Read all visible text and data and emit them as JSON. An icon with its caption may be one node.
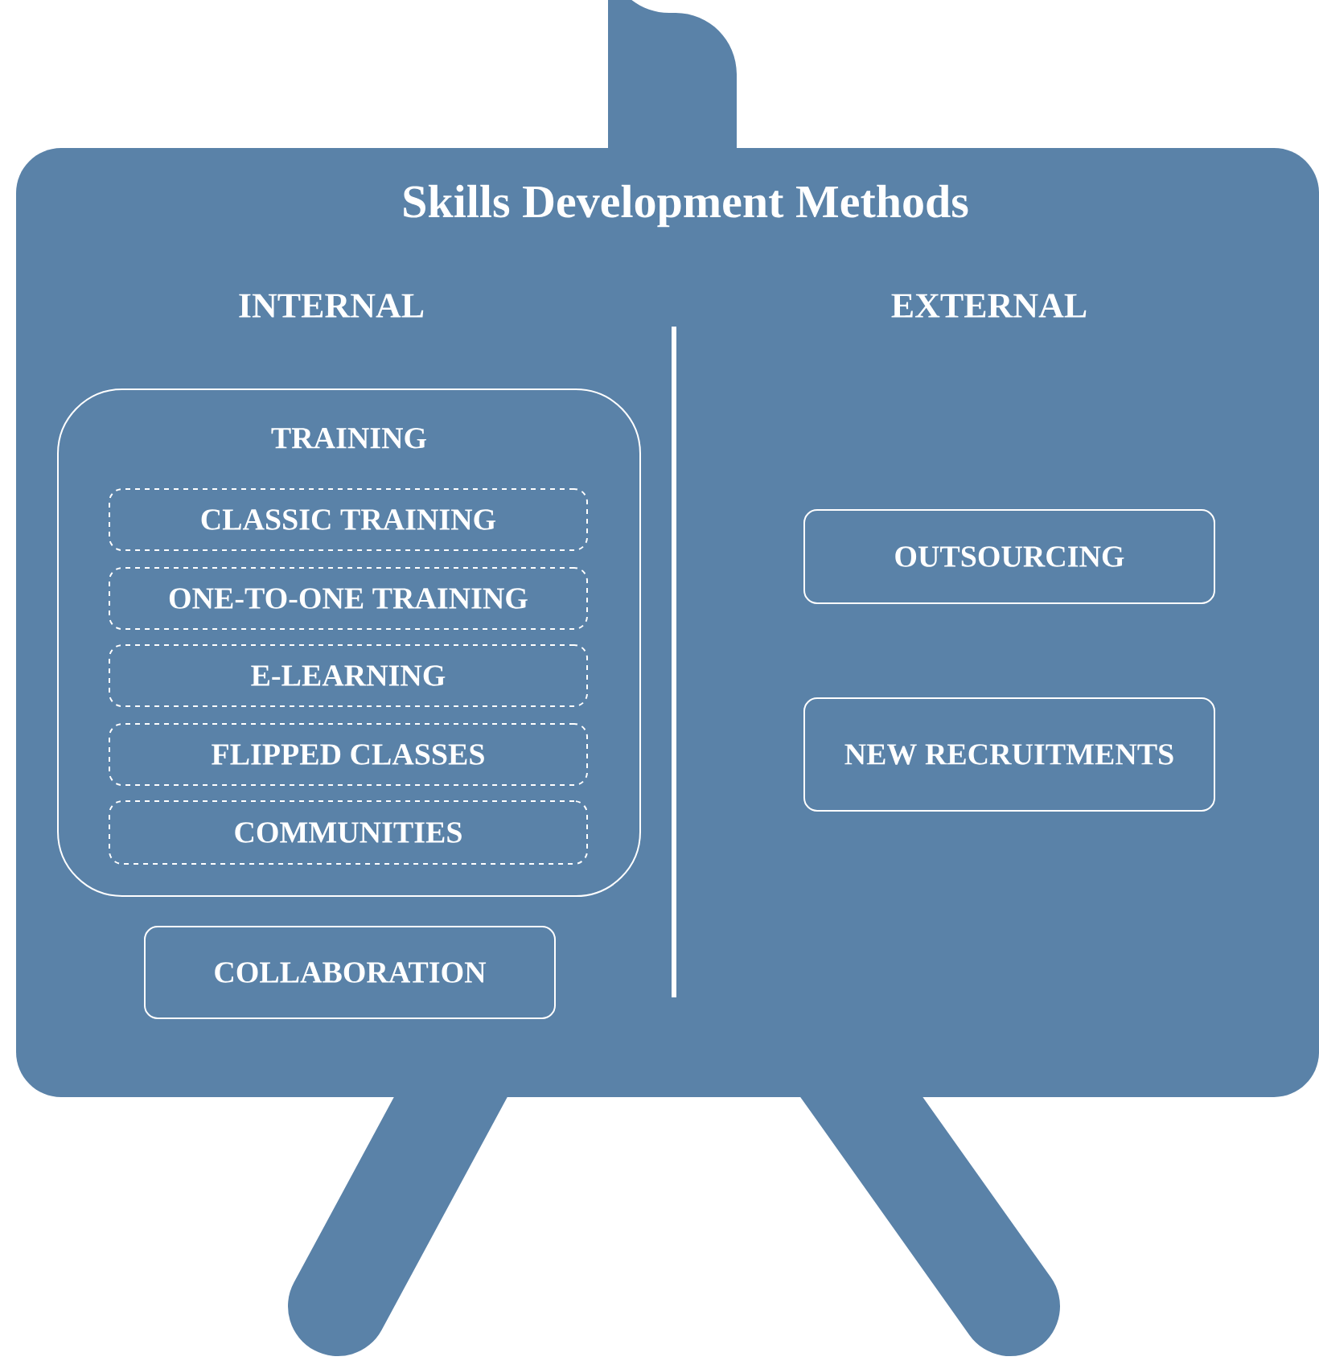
{
  "diagram": {
    "title": "Skills Development Methods",
    "nodes": [
      {
        "text": [
          "TRAINING"
        ]
      },
      {
        "text": [
          "CLASSIC TRAINING"
        ],
        "in": 0
      },
      {
        "text": [
          "ONE-TO-ONE TRAINING"
        ],
        "in": 0
      },
      {
        "text": [
          "E-LEARNING"
        ],
        "in": 0
      },
      {
        "text": [
          "FLIPPED CLASSES"
        ],
        "in": 0
      },
      {
        "text": [
          "COMMUNITIES"
        ],
        "in": 0
      },
      {
        "text": [
          "COLLABORATION"
        ]
      },
      {
        "text": [
          "OUTSOURCING"
        ]
      },
      {
        "text": [
          "NEW RECRUITMENTS"
        ]
      }
    ],
    "labels": [
      "INTERNAL",
      "EXTERNAL"
    ]
  }
}
